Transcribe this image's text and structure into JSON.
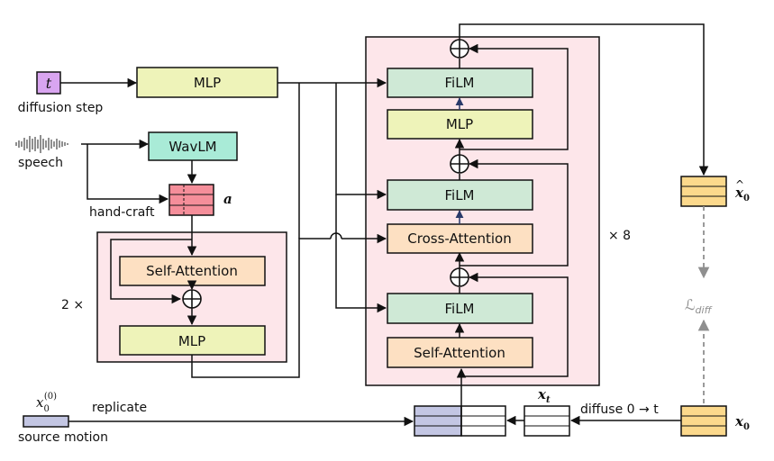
{
  "inputs": {
    "t_symbol": "t",
    "diffusion_step_label": "diffusion step",
    "speech_label": "speech",
    "hand_craft_label": "hand-craft",
    "a_symbol": "a",
    "source_motion_label": "source motion",
    "x0_0_symbol": "x",
    "x0_0_sub": "0",
    "x0_0_sup": "(0)",
    "replicate_label": "replicate"
  },
  "blocks": {
    "mlp_top": "MLP",
    "wavlm": "WavLM",
    "self_attention_left": "Self-Attention",
    "mlp_left": "MLP",
    "film_1": "FiLM",
    "mlp_mid": "MLP",
    "film_2": "FiLM",
    "cross_attention": "Cross-Attention",
    "film_3": "FiLM",
    "self_attention_right": "Self-Attention"
  },
  "repeat": {
    "left_times": "2 ×",
    "right_times": "× 8"
  },
  "outputs": {
    "x_hat_symbol": "x",
    "x_hat_sub": "0",
    "loss_symbol": "ℒ",
    "loss_sub": "diff",
    "x0_symbol": "x",
    "x0_sub": "0",
    "xt_symbol": "x",
    "xt_sub": "t",
    "diffuse_label": "diffuse 0 → t"
  },
  "colors": {
    "mlp_fill": "#eef3b9",
    "wavlm_fill": "#a9ebd7",
    "film_fill": "#cfe9d6",
    "attention_fill": "#fde0c2",
    "t_fill": "#d9a5f0",
    "a_fill": "#f58e9a",
    "pink_container": "#fde6ea",
    "stack_fill": "#fcd98c",
    "source_fill": "#c3c6e3",
    "loss_gray": "#8f8f8f"
  }
}
